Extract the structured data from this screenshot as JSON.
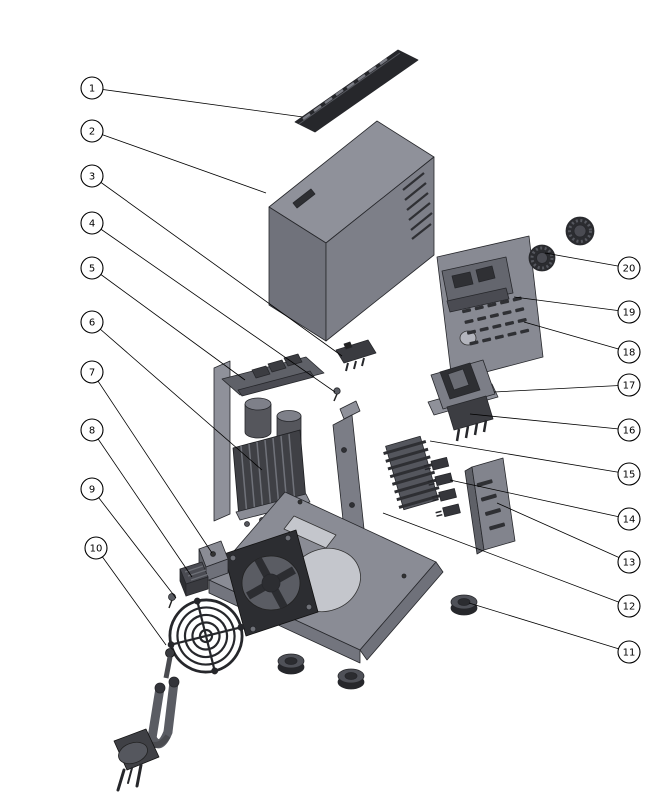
{
  "diagram": {
    "type": "exploded-view-assembly-drawing",
    "callouts": [
      {
        "number": "1"
      },
      {
        "number": "2"
      },
      {
        "number": "3"
      },
      {
        "number": "4"
      },
      {
        "number": "5"
      },
      {
        "number": "6"
      },
      {
        "number": "7"
      },
      {
        "number": "8"
      },
      {
        "number": "9"
      },
      {
        "number": "10"
      },
      {
        "number": "11"
      },
      {
        "number": "12"
      },
      {
        "number": "13"
      },
      {
        "number": "14"
      },
      {
        "number": "15"
      },
      {
        "number": "16"
      },
      {
        "number": "17"
      },
      {
        "number": "18"
      },
      {
        "number": "19"
      },
      {
        "number": "20"
      }
    ],
    "colors": {
      "background": "#ffffff",
      "line": "#000000",
      "part_light": "#8f919a",
      "part_mid": "#70727b",
      "part_dark": "#2c2d31"
    }
  }
}
